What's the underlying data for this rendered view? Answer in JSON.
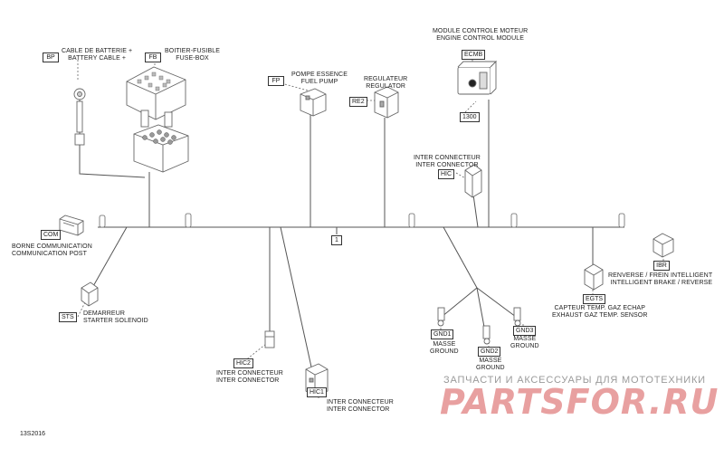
{
  "diagram": {
    "figure_id": "13S2016",
    "center_tag": "1",
    "colors": {
      "wire": "#555555",
      "component": "#666666",
      "watermark_red": "#e8a0a0",
      "watermark_text": "#9a9a9a"
    },
    "components": {
      "bp": {
        "code": "BP",
        "line1": "CABLE DE BATTERIE +",
        "line2": "BATTERY CABLE +"
      },
      "fb": {
        "code": "FB",
        "line1": "BOITIER-FUSIBLE",
        "line2": "FUSE-BOX"
      },
      "fp": {
        "code": "FP",
        "line1": "POMPE ESSENCE",
        "line2": "FUEL PUMP"
      },
      "re2": {
        "code": "RE2",
        "line1": "REGULATEUR",
        "line2": "REGULATOR"
      },
      "ecmb": {
        "code": "ECMB",
        "line1": "MODULE CONTROLE MOTEUR",
        "line2": "ENGINE CONTROL MODULE"
      },
      "part1300": {
        "code": "1300"
      },
      "hic": {
        "code": "HIC",
        "line1": "INTER CONNECTEUR",
        "line2": "INTER CONNECTOR"
      },
      "com": {
        "code": "COM",
        "line1": "BORNE COMMUNICATION",
        "line2": "COMMUNICATION POST"
      },
      "sts": {
        "code": "STS",
        "line1": "DEMARREUR",
        "line2": "STARTER SOLENOID"
      },
      "hic2": {
        "code": "HIC2",
        "line1": "INTER CONNECTEUR",
        "line2": "INTER CONNECTOR"
      },
      "hic1": {
        "code": "HIC1",
        "line1": "INTER CONNECTEUR",
        "line2": "INTER CONNECTOR"
      },
      "gnd1": {
        "code": "GND1",
        "line1": "MASSE",
        "line2": "GROUND"
      },
      "gnd2": {
        "code": "GND2",
        "line1": "MASSE",
        "line2": "GROUND"
      },
      "gnd3": {
        "code": "GND3",
        "line1": "MASSE",
        "line2": "GROUND"
      },
      "egts": {
        "code": "EGTS",
        "line1": "CAPTEUR TEMP. GAZ ECHAP",
        "line2": "EXHAUST GAZ TEMP. SENSOR"
      },
      "ibr": {
        "code": "IBR",
        "line1": "RENVERSE / FREIN INTELLIGENT",
        "line2": "INTELLIGENT BRAKE / REVERSE"
      }
    }
  },
  "watermark": {
    "caption": "ЗАПЧАСТИ И АКСЕССУАРЫ ДЛЯ МОТОТЕХНИКИ",
    "logo": "PARTSFOR.RU"
  }
}
